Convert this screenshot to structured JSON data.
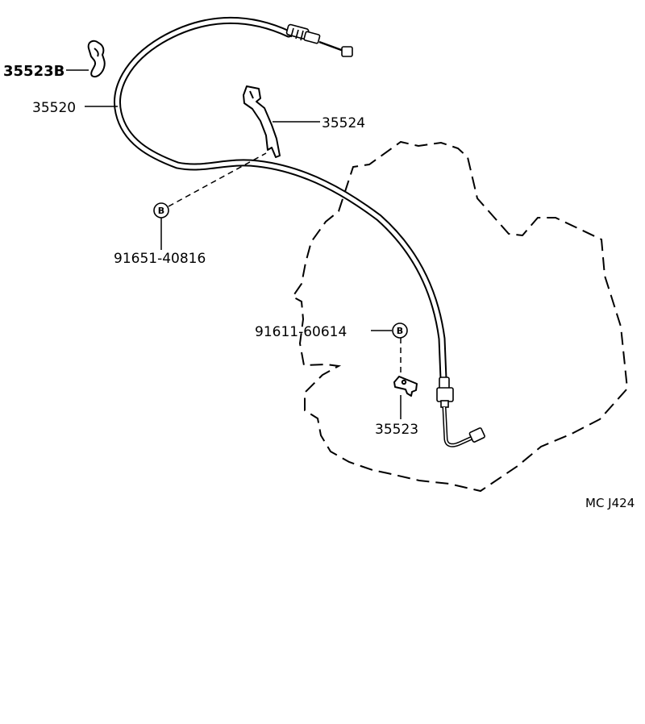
{
  "parts": {
    "clip_b": "35523B",
    "cable": "35520",
    "bracket": "35524",
    "bolt_upper": "91651-40816",
    "bolt_lower": "91611-60614",
    "clip": "35523"
  },
  "bolt_symbol": "B",
  "figure_code": "MC J424"
}
